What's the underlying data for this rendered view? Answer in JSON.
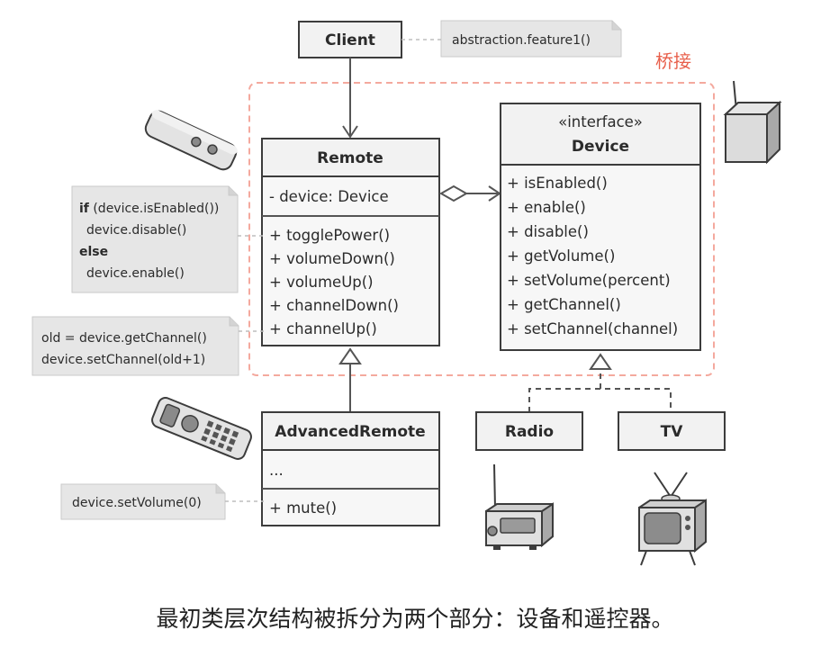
{
  "bridge_label": "桥接",
  "caption": "最初类层次结构被拆分为两个部分：设备和遥控器。",
  "client": {
    "title": "Client"
  },
  "remote": {
    "title": "Remote",
    "field": "- device: Device",
    "methods": [
      "+ togglePower()",
      "+ volumeDown()",
      "+ volumeUp()",
      "+ channelDown()",
      "+ channelUp()"
    ]
  },
  "device": {
    "stereotype": "«interface»",
    "title": "Device",
    "methods": [
      "+ isEnabled()",
      "+ enable()",
      "+ disable()",
      "+ getVolume()",
      "+ setVolume(percent)",
      "+ getChannel()",
      "+ setChannel(channel)"
    ]
  },
  "advanced_remote": {
    "title": "AdvancedRemote",
    "field": "...",
    "methods": [
      "+ mute()"
    ]
  },
  "radio": {
    "title": "Radio"
  },
  "tv": {
    "title": "TV"
  },
  "notes": {
    "client": "abstraction.feature1()",
    "toggle": [
      {
        "kw": "if",
        "rest": " (device.isEnabled())"
      },
      {
        "kw": "",
        "rest": "device.disable()"
      },
      {
        "kw": "else",
        "rest": ""
      },
      {
        "kw": "",
        "rest": "device.enable()"
      }
    ],
    "channel": [
      "old = device.getChannel()",
      "device.setChannel(old+1)"
    ],
    "mute": "device.setVolume(0)"
  },
  "icons": {
    "remote_simple": "simple-remote-icon",
    "remote_advanced": "advanced-remote-icon",
    "device_box": "device-box-icon",
    "radio": "radio-icon",
    "tv": "tv-icon"
  }
}
